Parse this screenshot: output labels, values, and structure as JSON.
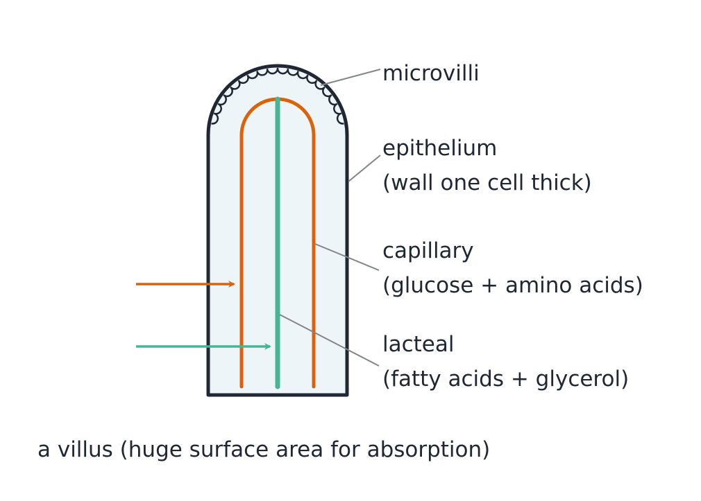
{
  "labels": {
    "microvilli": "microvilli",
    "epithelium": "epithelium",
    "epithelium_note": "(wall one cell thick)",
    "capillary": "capillary",
    "capillary_note": "(glucose + amino acids)",
    "lacteal": "lacteal",
    "lacteal_note": "(fatty acids + glycerol)"
  },
  "caption": "a villus (huge surface area for absorption)",
  "colors": {
    "outline": "#1f2733",
    "fill": "#eef5f8",
    "capillary": "#d9620b",
    "lacteal": "#45b594",
    "leader": "#808589"
  }
}
